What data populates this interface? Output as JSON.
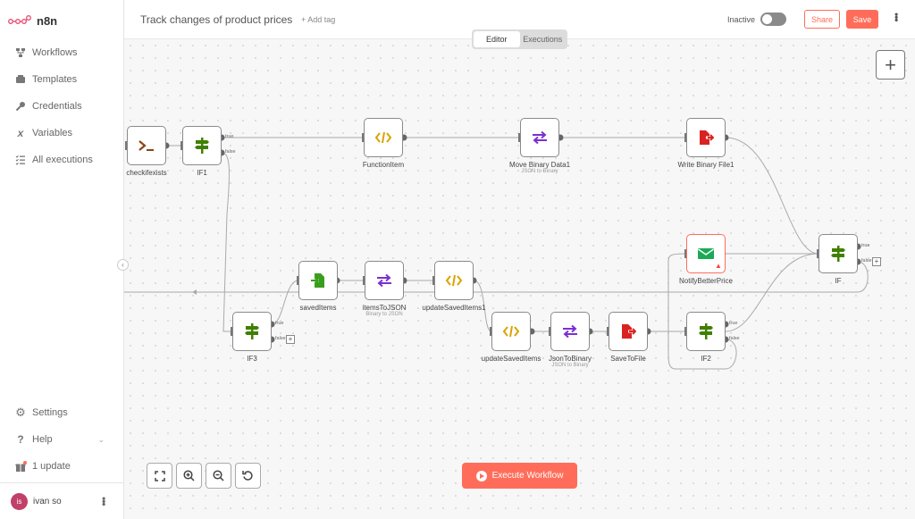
{
  "app": {
    "name": "n8n"
  },
  "sidebar": {
    "items": [
      {
        "label": "Workflows",
        "icon": "workflows-icon"
      },
      {
        "label": "Templates",
        "icon": "templates-icon"
      },
      {
        "label": "Credentials",
        "icon": "key-icon"
      },
      {
        "label": "Variables",
        "icon": "variables-icon"
      },
      {
        "label": "All executions",
        "icon": "list-icon"
      }
    ],
    "bottom": [
      {
        "label": "Settings",
        "icon": "gear-icon"
      },
      {
        "label": "Help",
        "icon": "help-icon"
      },
      {
        "label": "1 update",
        "icon": "gift-icon"
      }
    ],
    "user": {
      "initials": "is",
      "name": "ivan so"
    }
  },
  "header": {
    "title": "Track changes of product prices",
    "add_tag": "+ Add tag",
    "status": "Inactive",
    "share": "Share",
    "save": "Save"
  },
  "tabs": [
    {
      "label": "Editor",
      "active": true
    },
    {
      "label": "Executions",
      "active": false
    }
  ],
  "nodes": [
    {
      "label": "checkifexists",
      "sub": "",
      "icon": "terminal-icon",
      "color": "#8b4513"
    },
    {
      "label": "IF1",
      "sub": "",
      "icon": "signpost-icon",
      "color": "#408000"
    },
    {
      "label": "FunctionItem",
      "sub": "",
      "icon": "code-icon",
      "color": "#d9a300"
    },
    {
      "label": "Move Binary Data1",
      "sub": "JSON to Binary",
      "icon": "swap-icon",
      "color": "#7b2fd1"
    },
    {
      "label": "Write Binary File1",
      "sub": "",
      "icon": "file-export-icon",
      "color": "#d92323"
    },
    {
      "label": "NotifyBetterPrice",
      "sub": "",
      "icon": "mail-icon",
      "color": "#1aaa55"
    },
    {
      "label": "IF",
      "sub": "",
      "icon": "signpost-icon",
      "color": "#408000"
    },
    {
      "label": "savedItems",
      "sub": "",
      "icon": "file-import-icon",
      "color": "#3a9e1d"
    },
    {
      "label": "itemsToJSON",
      "sub": "Binary to JSON",
      "icon": "swap-icon",
      "color": "#7b2fd1"
    },
    {
      "label": "updateSavedItems1",
      "sub": "",
      "icon": "code-icon",
      "color": "#d9a300"
    },
    {
      "label": "IF3",
      "sub": "",
      "icon": "signpost-icon",
      "color": "#408000"
    },
    {
      "label": "updateSavedItems",
      "sub": "",
      "icon": "code-icon",
      "color": "#d9a300"
    },
    {
      "label": "JsonToBinary",
      "sub": "JSON to Binary",
      "icon": "swap-icon",
      "color": "#7b2fd1"
    },
    {
      "label": "SaveToFile",
      "sub": "",
      "icon": "file-export-icon",
      "color": "#d92323"
    },
    {
      "label": "IF2",
      "sub": "",
      "icon": "signpost-icon",
      "color": "#408000"
    }
  ],
  "ports": {
    "true": "true",
    "false": "false"
  },
  "execute_button": "Execute Workflow"
}
